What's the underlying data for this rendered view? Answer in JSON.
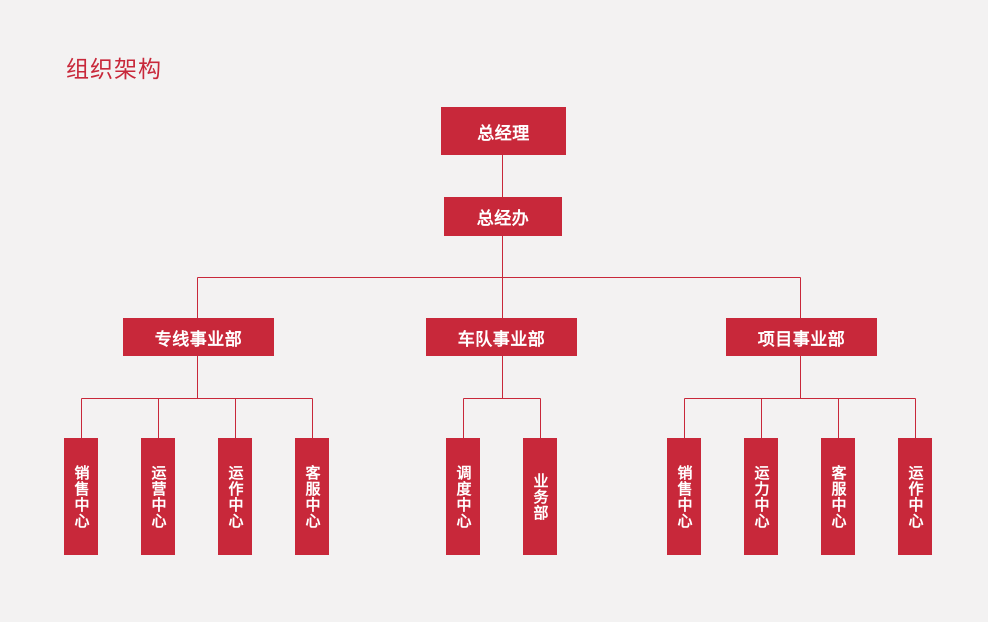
{
  "title": "组织架构",
  "colors": {
    "accent": "#c8283a",
    "background": "#f3f2f2",
    "box_text": "#ffffff"
  },
  "org": {
    "gm": "总经理",
    "gm_office": "总经办",
    "divisions": [
      {
        "name": "专线事业部",
        "units": [
          "销售中心",
          "运营中心",
          "运作中心",
          "客服中心"
        ]
      },
      {
        "name": "车队事业部",
        "units": [
          "调度中心",
          "业务部"
        ]
      },
      {
        "name": "项目事业部",
        "units": [
          "销售中心",
          "运力中心",
          "客服中心",
          "运作中心"
        ]
      }
    ]
  }
}
